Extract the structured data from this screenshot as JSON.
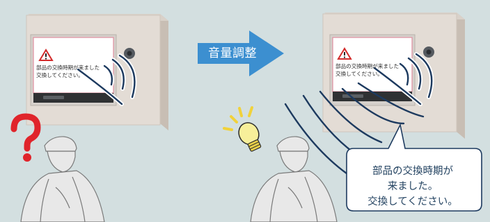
{
  "arrow_label": "音量調整",
  "left_panel": {
    "screen_line1": "部品の交換時期が来ました",
    "screen_line2": "交換してください。"
  },
  "right_panel": {
    "screen_line1": "部品の交換時期が来ました",
    "screen_line2": "交換してください。"
  },
  "speech_bubble": {
    "line1": "部品の交換時期が",
    "line2": "来ました。",
    "line3": "交換してください。"
  },
  "colors": {
    "background": "#d3dfe0",
    "panel_face": "#e3dcd5",
    "panel_side": "#c8beb4",
    "arrow_blue": "#3c8fd0",
    "question_red": "#e0242b",
    "sound_wave": "#1d3a5f",
    "bubble_border": "#1d3a5f",
    "bulb_yellow": "#f1e05a"
  },
  "icons": {
    "warning": "warning-triangle-icon",
    "question": "question-mark-icon",
    "idea": "light-bulb-icon"
  }
}
